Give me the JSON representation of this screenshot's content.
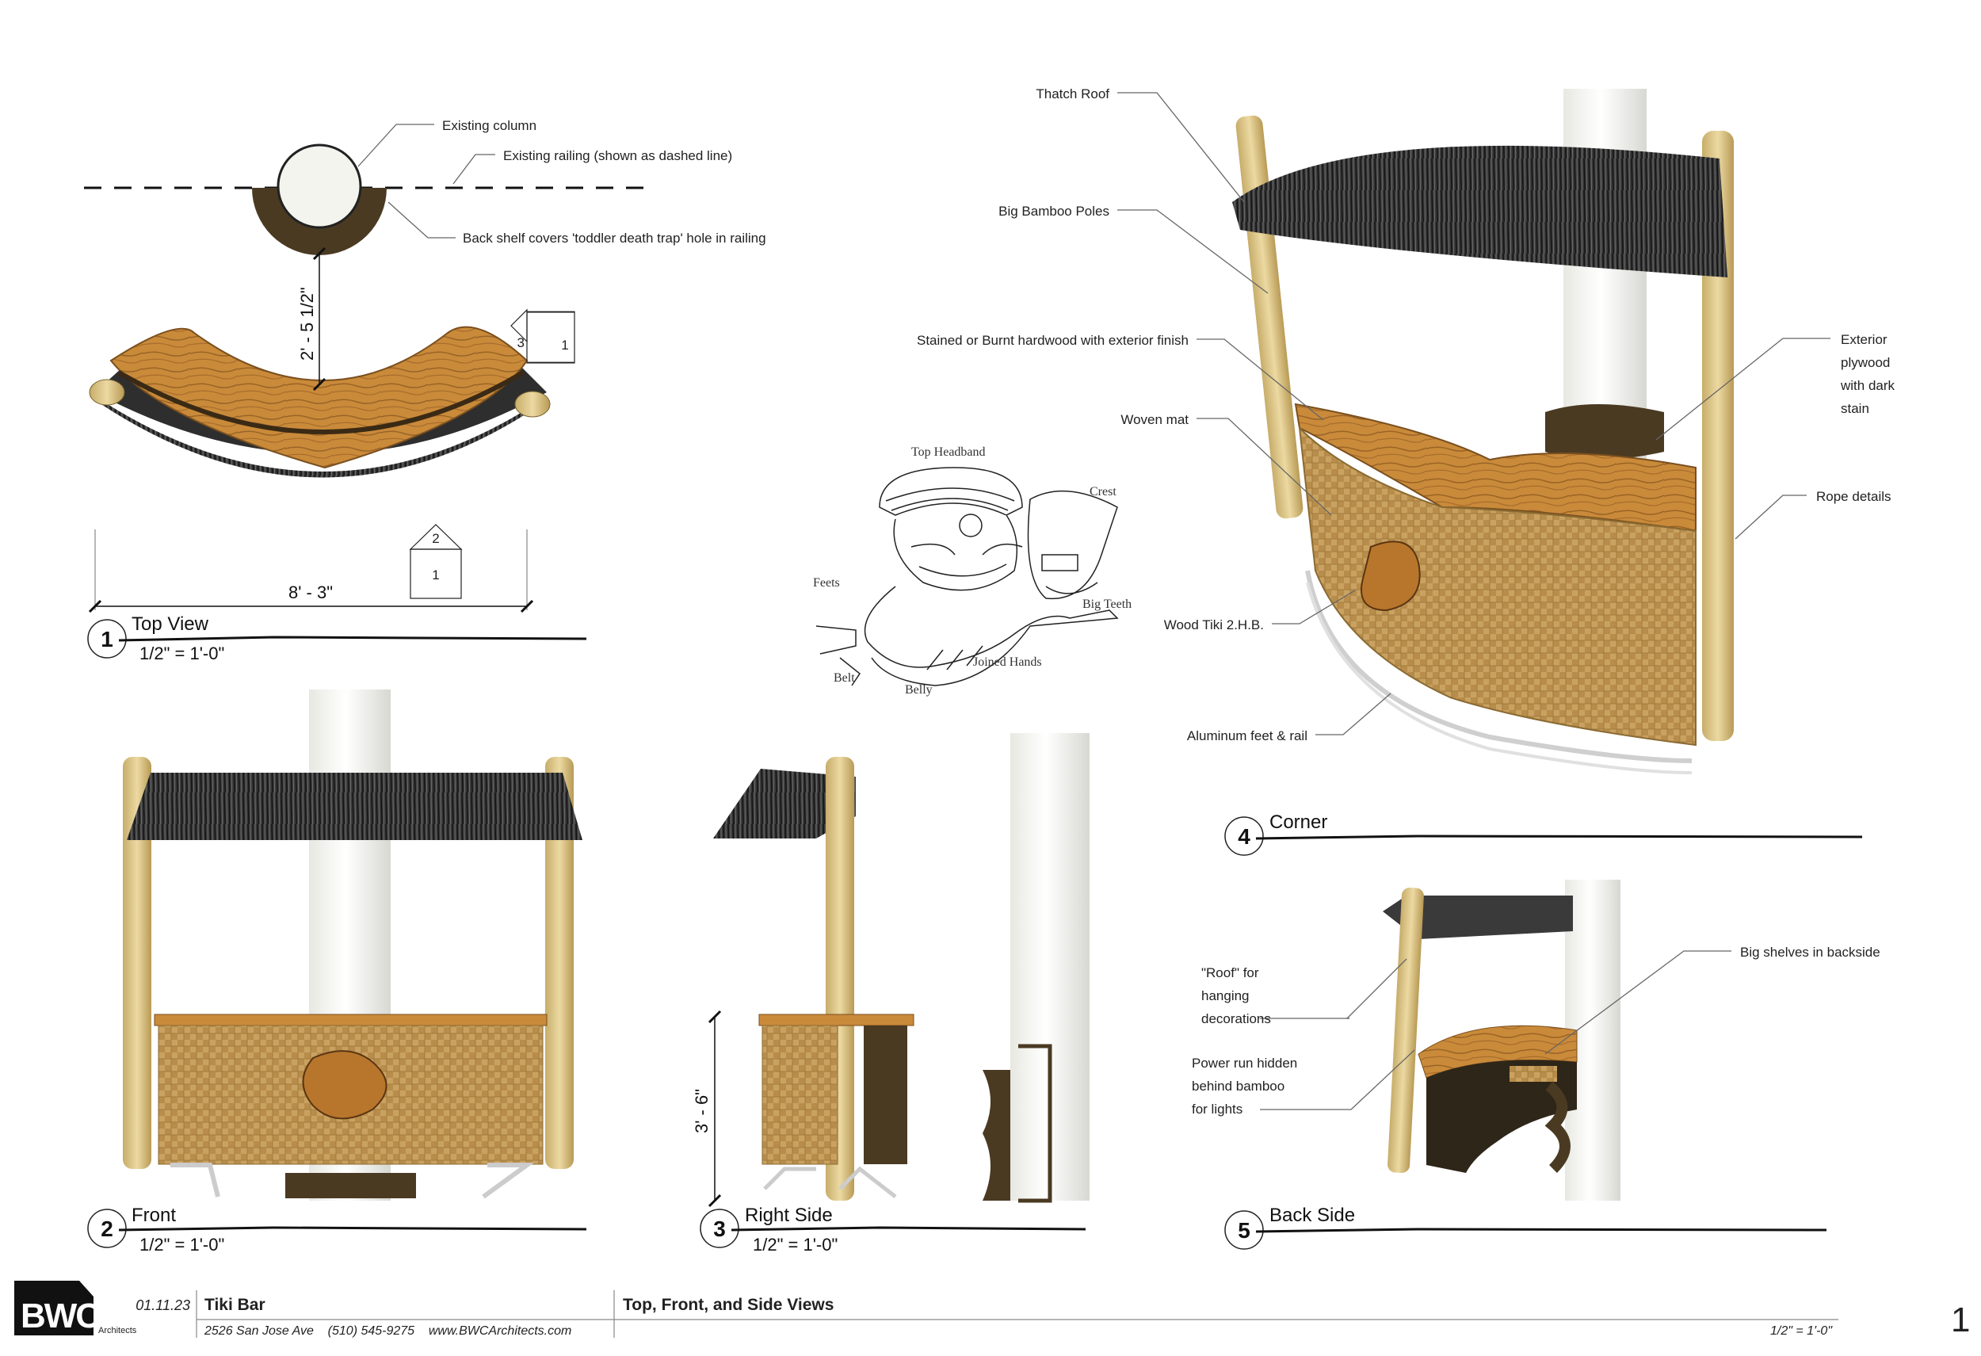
{
  "colors": {
    "wood": "#c98a3a",
    "wood_dark": "#8a5a22",
    "thatch": "#2a2a2a",
    "bamboo": "#d9c48a",
    "weave": "#c49a5a",
    "column": "#f2f2ee",
    "shelf": "#4a3a22"
  },
  "annotations": {
    "existing_column": "Existing column",
    "existing_railing": "Existing railing (shown as dashed line)",
    "back_shelf": "Back shelf covers 'toddler death trap' hole in railing",
    "thatch_roof": "Thatch Roof",
    "big_bamboo_poles": "Big Bamboo Poles",
    "stained_hardwood": "Stained or Burnt hardwood with exterior finish",
    "woven_mat": "Woven mat",
    "exterior_plywood": [
      "Exterior",
      "plywood",
      "with dark",
      "stain"
    ],
    "rope_details": "Rope details",
    "wood_tiki": "Wood Tiki 2.H.B.",
    "aluminum_feet": "Aluminum feet & rail",
    "roof_hanging": [
      "\"Roof\" for",
      "hanging",
      "decorations"
    ],
    "power_run": [
      "Power run hidden",
      "behind bamboo",
      "for lights"
    ],
    "big_shelves": "Big shelves in backside"
  },
  "tiki_sketch": {
    "top_headband": "Top Headband",
    "crest": "Crest",
    "feets": "Feets",
    "big_teeth": "Big Teeth",
    "joined_hands": "Joined Hands",
    "belt": "Belt",
    "belly": "Belly"
  },
  "dimensions": {
    "depth": "2' - 5 1/2\"",
    "width": "8' - 3\"",
    "height": "3' - 6\""
  },
  "callouts": {
    "tag_a_top": "3",
    "tag_a_bottom": "1",
    "tag_b_top": "2",
    "tag_b_bottom": "1"
  },
  "views": [
    {
      "num": "1",
      "title": "Top View",
      "scale": "1/2\" = 1'-0\""
    },
    {
      "num": "2",
      "title": "Front",
      "scale": "1/2\" = 1'-0\""
    },
    {
      "num": "3",
      "title": "Right Side",
      "scale": "1/2\" = 1'-0\""
    },
    {
      "num": "4",
      "title": "Corner",
      "scale": ""
    },
    {
      "num": "5",
      "title": "Back Side",
      "scale": ""
    }
  ],
  "title_block": {
    "logo": "BWC",
    "logo_sub": "Architects",
    "date": "01.11.23",
    "project": "Tiki Bar",
    "address": "2526 San Jose Ave    (510) 545-9275    www.BWCArchitects.com",
    "sheet_title": "Top, Front, and Side Views",
    "scale": "1/2\" = 1'-0\"",
    "sheet_number": "1"
  }
}
